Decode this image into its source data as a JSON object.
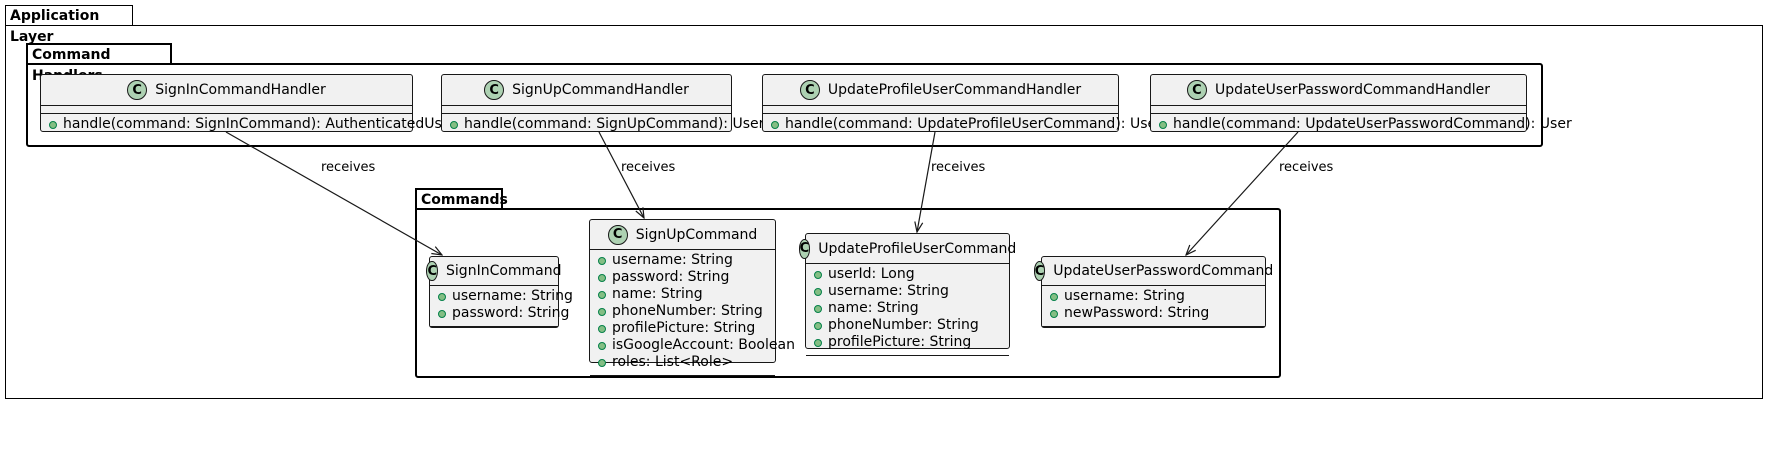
{
  "packages": {
    "application": {
      "title": "Application Layer"
    },
    "handlers": {
      "title": "Command Handlers"
    },
    "commands": {
      "title": "Commands"
    }
  },
  "class_icon": "C",
  "handlers": [
    {
      "name": "SignInCommandHandler",
      "method": "handle(command: SignInCommand): AuthenticatedUser"
    },
    {
      "name": "SignUpCommandHandler",
      "method": "handle(command: SignUpCommand): User"
    },
    {
      "name": "UpdateProfileUserCommandHandler",
      "method": "handle(command: UpdateProfileUserCommand): User"
    },
    {
      "name": "UpdateUserPasswordCommandHandler",
      "method": "handle(command: UpdateUserPasswordCommand): User"
    }
  ],
  "commands": [
    {
      "name": "SignInCommand",
      "attrs": [
        "username: String",
        "password: String"
      ]
    },
    {
      "name": "SignUpCommand",
      "attrs": [
        "username: String",
        "password: String",
        "name: String",
        "phoneNumber: String",
        "profilePicture: String",
        "isGoogleAccount: Boolean",
        "roles: List<Role>"
      ]
    },
    {
      "name": "UpdateProfileUserCommand",
      "attrs": [
        "userId: Long",
        "username: String",
        "name: String",
        "phoneNumber: String",
        "profilePicture: String"
      ]
    },
    {
      "name": "UpdateUserPasswordCommand",
      "attrs": [
        "username: String",
        "newPassword: String"
      ]
    }
  ],
  "relations": [
    {
      "label": "receives"
    },
    {
      "label": "receives"
    },
    {
      "label": "receives"
    },
    {
      "label": "receives"
    }
  ]
}
